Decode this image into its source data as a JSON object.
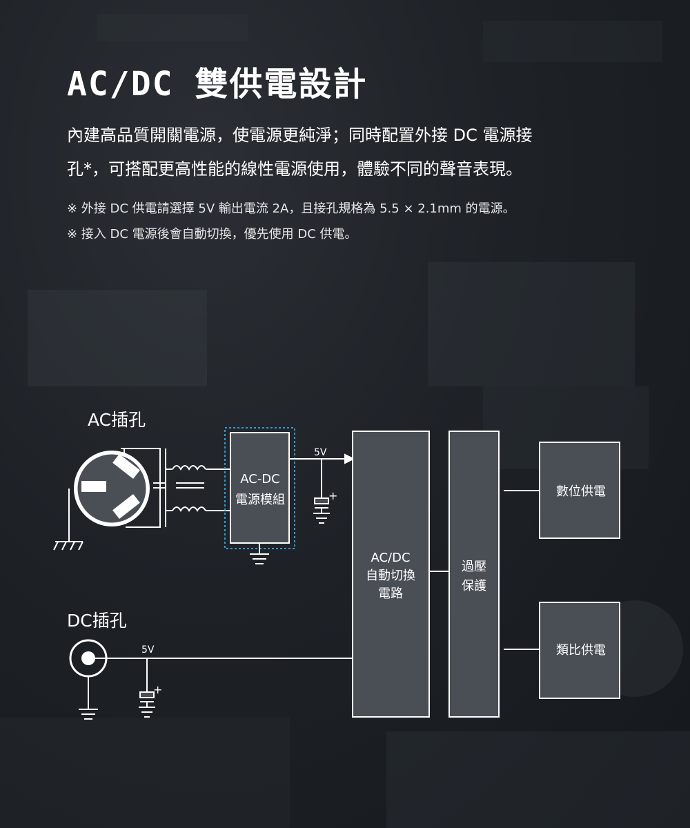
{
  "header": {
    "title": "AC/DC 雙供電設計",
    "desc_line1": "內建高品質開關電源，使電源更純淨；同時配置外接 DC 電源接",
    "desc_line2": "孔*，可搭配更高性能的線性電源使用，體驗不同的聲音表現。",
    "note1": "※ 外接 DC 供電請選擇 5V 輸出電流 2A，且接孔規格為 5.5 × 2.1mm 的電源。",
    "note2": "※ 接入 DC 電源後會自動切換，優先使用 DC 供電。"
  },
  "diagram": {
    "ac_socket_label": "AC插孔",
    "dc_socket_label": "DC插孔",
    "acdc_module_line1": "AC-DC",
    "acdc_module_line2": "電源模組",
    "voltage_top": "5V",
    "voltage_bottom": "5V",
    "switch_line1": "AC/DC",
    "switch_line2": "自動切換",
    "switch_line3": "電路",
    "protect_line1": "過壓",
    "protect_line2": "保護",
    "digital_power": "數位供電",
    "analog_power": "類比供電",
    "plus_sign_top": "+",
    "plus_sign_bottom": "+"
  },
  "colors": {
    "block_fill": "#4a4e55",
    "line": "#ffffff",
    "dashed_highlight": "#2f9bd6"
  }
}
